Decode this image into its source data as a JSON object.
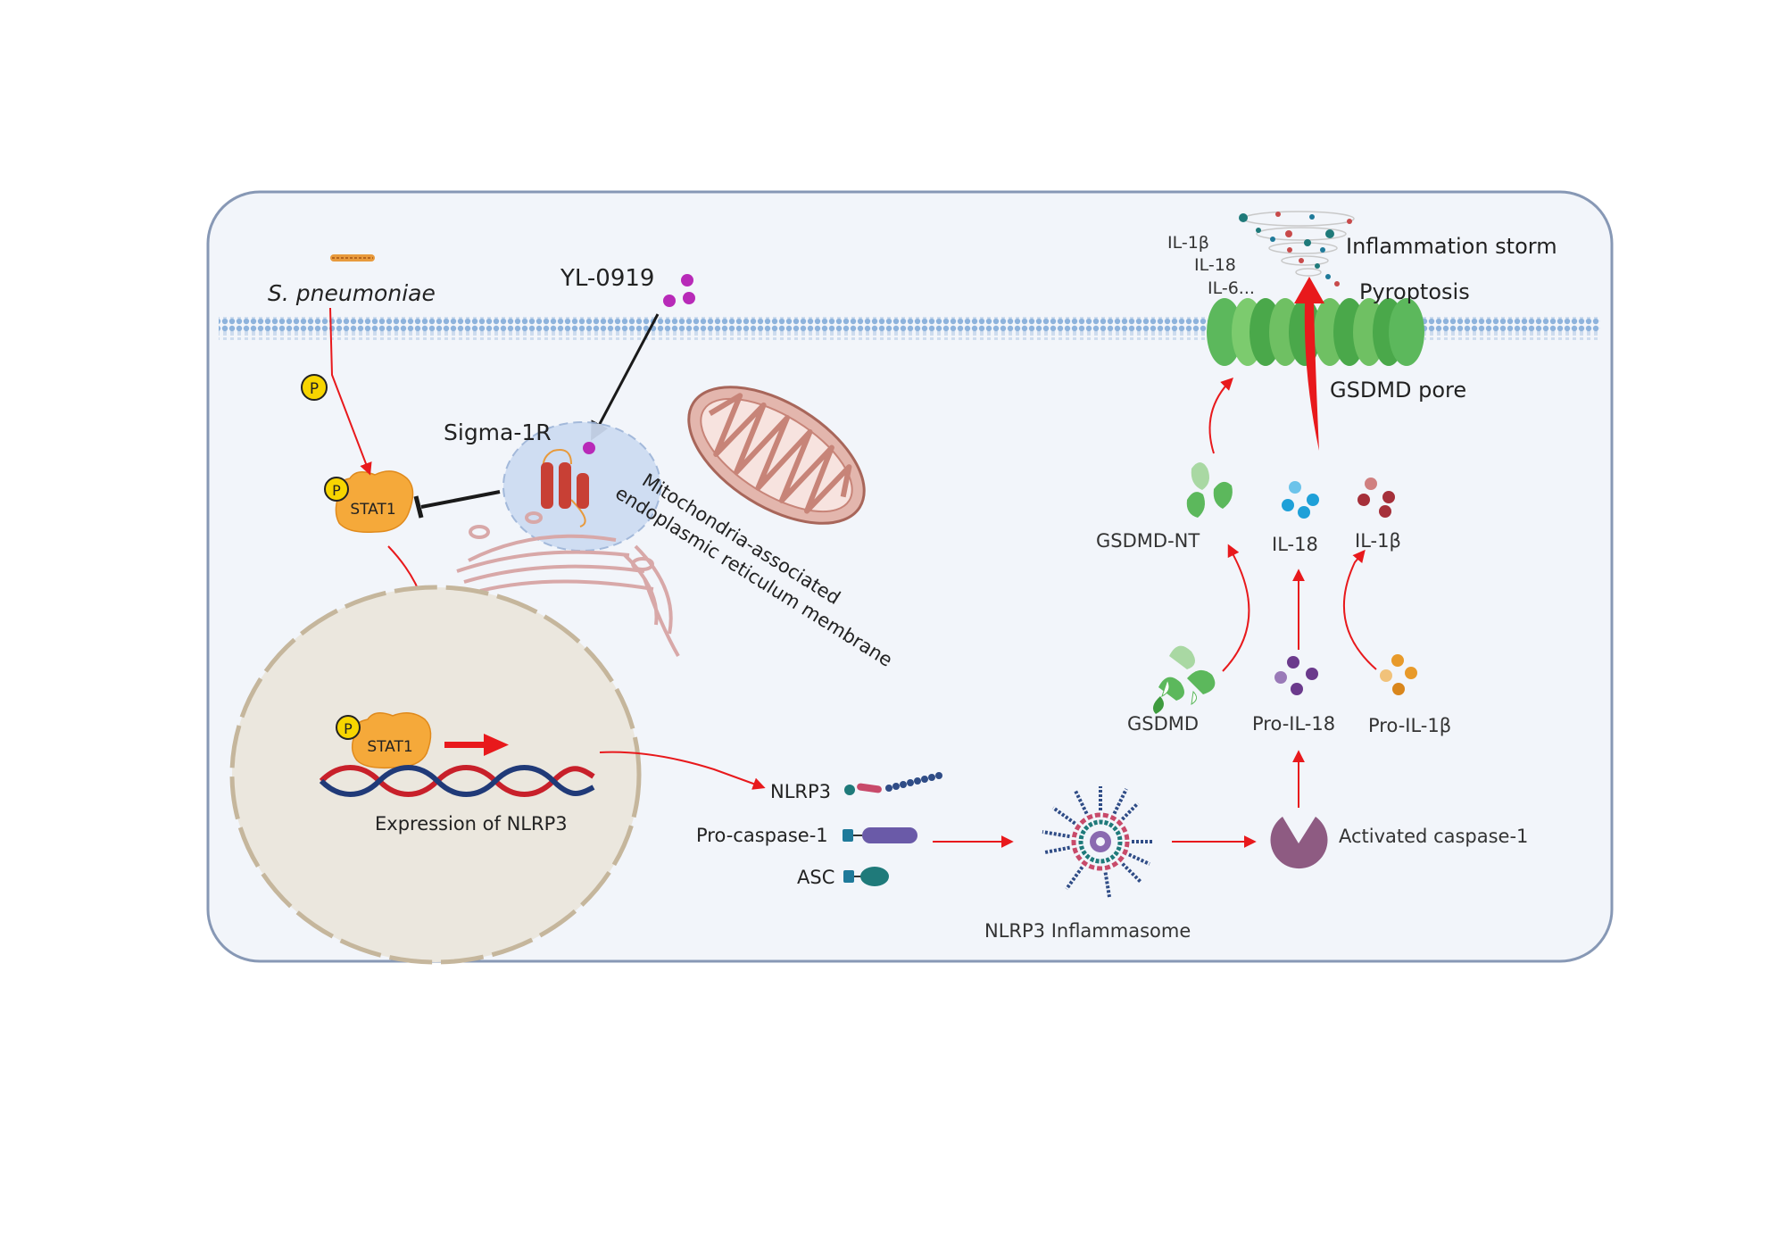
{
  "labels": {
    "pathogen": "S. pneumoniae",
    "drug": "YL-0919",
    "receptor": "Sigma-1R",
    "mam_line1": "Mitochondria-associated",
    "mam_line2": "endoplasmic reticulum membrane",
    "p_symbol": "P",
    "stat1": "STAT1",
    "expression": "Expression of NLRP3",
    "nlrp3": "NLRP3",
    "pro_caspase": "Pro-caspase-1",
    "asc": "ASC",
    "inflammasome": "NLRP3 Inflammasome",
    "activated_caspase": "Activated caspase-1",
    "gsdmd": "GSDMD",
    "pro_il18": "Pro-IL-18",
    "pro_il1b": "Pro-IL-1β",
    "gsdmd_nt": "GSDMD-NT",
    "il18": "IL-18",
    "il1b": "IL-1β",
    "gsdmd_pore": "GSDMD pore",
    "pyroptosis": "Pyroptosis",
    "storm": "Inflammation storm",
    "cyt_1": "IL-1β",
    "cyt_2": "IL-18",
    "cyt_3": "IL-6..."
  },
  "colors": {
    "arrow_red": "#e8191c",
    "inhibit_black": "#1a1a1a",
    "cell_fill": "#f2f5fa",
    "cell_border": "#8798b5",
    "nucleus_fill": "#ebe7de",
    "nucleus_border": "#c5b69c",
    "stat1": "#f5a93a",
    "phospho": "#f7d500",
    "receptor": "#c84035",
    "drug": "#b82ab8",
    "mitochondria": "#c78478",
    "gsdmd_green": "#5cb85c",
    "il18_blue": "#1fa0d8",
    "il1b_red": "#a5303a",
    "caspase": "#8e5b82"
  },
  "icons": [
    "bacterium-icon",
    "phosphate-icon",
    "stat1-protein-icon",
    "sigma1r-receptor-icon",
    "drug-molecule-icon",
    "mitochondrion-icon",
    "er-membrane-icon",
    "nucleus-icon",
    "dna-helix-icon",
    "nlrp3-protein-icon",
    "pro-caspase-icon",
    "asc-protein-icon",
    "inflammasome-icon",
    "activated-caspase-icon",
    "gsdmd-icon",
    "gsdmd-nt-icon",
    "pro-il18-icon",
    "il18-icon",
    "pro-il1b-icon",
    "il1b-icon",
    "gsdmd-pore-icon",
    "cytokine-storm-icon"
  ]
}
